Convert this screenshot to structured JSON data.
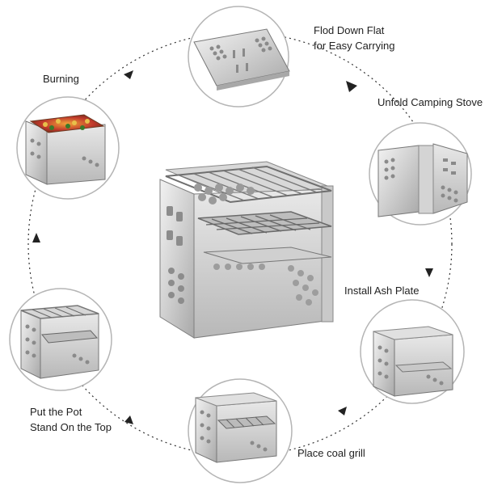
{
  "steps": [
    {
      "lines": [
        "Flod Down Flat",
        "for Easy Carrying"
      ]
    },
    {
      "lines": [
        "Unfold Camping Stove"
      ]
    },
    {
      "lines": [
        "Install Ash Plate"
      ]
    },
    {
      "lines": [
        "Place coal grill"
      ]
    },
    {
      "lines": [
        "Put the Pot",
        "Stand On the Top"
      ]
    },
    {
      "lines": [
        "Burning"
      ]
    }
  ],
  "colors": {
    "steel_light": "#e4e4e4",
    "steel_mid": "#c4c4c4",
    "steel_dark": "#8e8e8e",
    "circle_border": "#b5b5b5",
    "arrow": "#222222"
  }
}
